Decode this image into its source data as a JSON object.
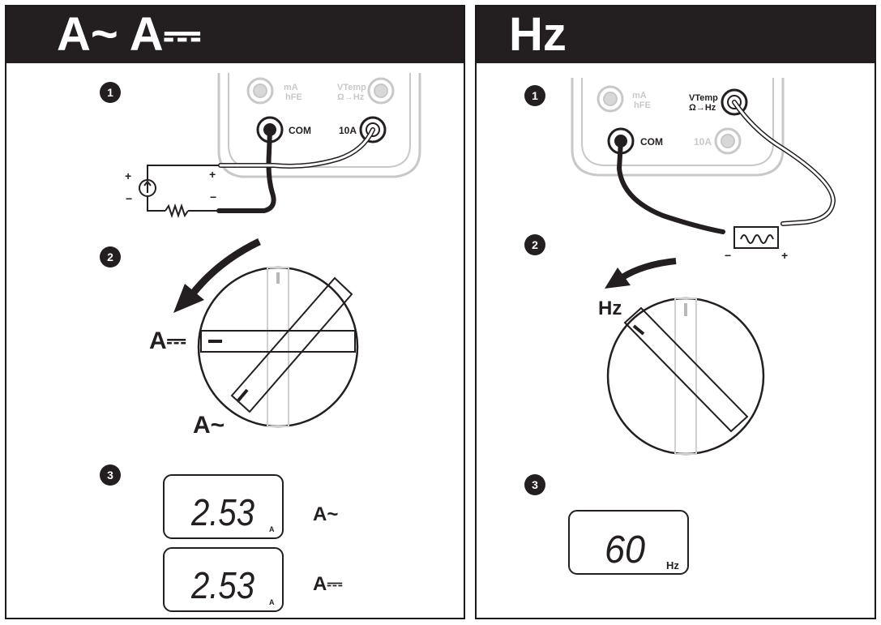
{
  "left_panel": {
    "title": "A~ A⎓",
    "steps": [
      "1",
      "2",
      "3"
    ],
    "jacks": {
      "ma_line1": "mA",
      "ma_line2": "hFE",
      "v_line1": "VTemp",
      "v_line2": "Ω→Hz",
      "com": "COM",
      "ten_a": "10A"
    },
    "circuit": {
      "plus": "+",
      "minus": "−",
      "probe_plus": "+",
      "probe_minus": "−"
    },
    "dial": {
      "label_dc": "A⎓",
      "label_ac": "A~"
    },
    "displays": [
      {
        "value": "2.53",
        "unit": "A",
        "mode": "A~"
      },
      {
        "value": "2.53",
        "unit": "A",
        "mode": "A⎓"
      }
    ]
  },
  "right_panel": {
    "title": "Hz",
    "steps": [
      "1",
      "2",
      "3"
    ],
    "jacks": {
      "ma_line1": "mA",
      "ma_line2": "hFE",
      "v_line1": "VTemp",
      "v_line2": "Ω→Hz",
      "com": "COM",
      "ten_a": "10A"
    },
    "source": {
      "minus": "−",
      "plus": "+"
    },
    "dial": {
      "label": "Hz"
    },
    "display": {
      "value": "60",
      "unit": "Hz"
    }
  },
  "colors": {
    "header_bg": "#231f20",
    "faded_gray": "#c8c8c8",
    "ink": "#231f20"
  }
}
